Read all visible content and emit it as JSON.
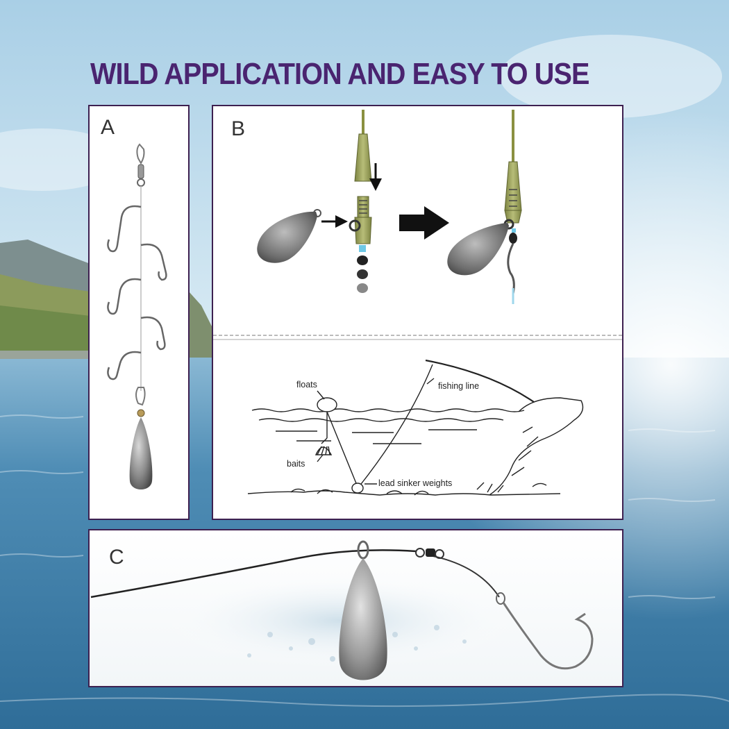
{
  "title": "WILD APPLICATION AND EASY TO USE",
  "panels": {
    "a": {
      "letter": "A"
    },
    "b": {
      "letter": "B",
      "labels": {
        "floats": "floats",
        "fishing_line": "fishing line",
        "baits": "baits",
        "lead_sinker_weights": "lead sinker weights"
      }
    },
    "c": {
      "letter": "C"
    }
  },
  "colors": {
    "title": "#4a2470",
    "panel_border": "#3d2050",
    "sinker": "#7e7e7e",
    "connector_olive": "#9aa05a",
    "sky": "#bcd9ea",
    "sea": "#3f7fa8"
  }
}
